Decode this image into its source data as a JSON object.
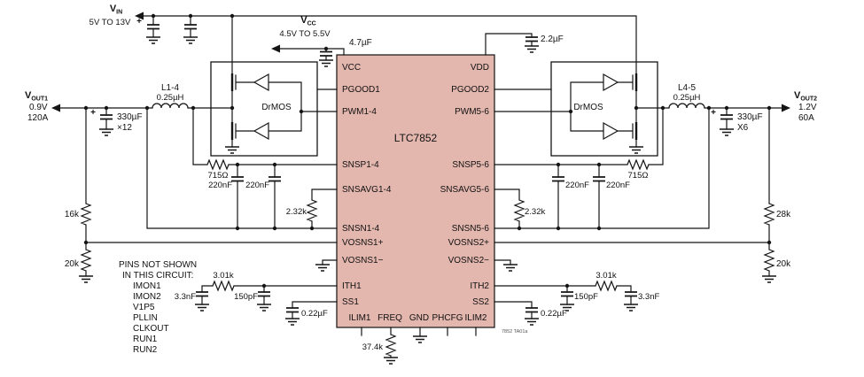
{
  "supplies": {
    "vin_v": "V",
    "vin_sub": "IN",
    "vin_range": "5V TO 13V",
    "vcc_v": "V",
    "vcc_sub": "CC",
    "vcc_range": "4.5V TO 5.5V",
    "vcc_cap": "4.7µF",
    "vdd_cap": "2.2µF"
  },
  "plus": "+",
  "ic": {
    "name": "LTC7852",
    "ta_note": "7852 TA01a",
    "left_pins": [
      "VCC",
      "PGOOD1",
      "PWM1-4",
      "SNSP1-4",
      "SNSAVG1-4",
      "SNSN1-4",
      "VOSNS1+",
      "VOSNS1−",
      "ITH1",
      "SS1"
    ],
    "right_pins": [
      "VDD",
      "PGOOD2",
      "PWM5-6",
      "SNSP5-6",
      "SNSAVG5-6",
      "SNSN5-6",
      "VOSNS2+",
      "VOSNS2−",
      "ITH2",
      "SS2"
    ],
    "bottom_pins": [
      "ILIM1",
      "FREQ",
      "GND",
      "PHCFG",
      "ILIM2"
    ]
  },
  "left": {
    "drmos": "DrMOS",
    "l_name": "L1-4",
    "l_val": "0.25µH",
    "vout_v": "V",
    "vout_sub": "OUT1",
    "vout_volts": "0.9V",
    "vout_amps": "120A",
    "cout": "330µF",
    "cout_qty": "×12",
    "r_sense": "715Ω",
    "c_sense1": "220nF",
    "c_sense2": "220nF",
    "r_avg": "2.32k",
    "r_fb_top": "16k",
    "r_fb_bot": "20k",
    "r_ith": "3.01k",
    "c_ith": "3.3nF",
    "c_ithp": "150pF",
    "c_ss": "0.22µF"
  },
  "right": {
    "drmos": "DrMOS",
    "l_name": "L4-5",
    "l_val": "0.25µH",
    "vout_v": "V",
    "vout_sub": "OUT2",
    "vout_volts": "1.2V",
    "vout_amps": "60A",
    "cout": "330µF",
    "cout_qty": "X6",
    "r_sense": "715Ω",
    "c_sense1": "220nF",
    "c_sense2": "220nF",
    "r_avg": "2.32k",
    "r_fb_top": "28k",
    "r_fb_bot": "20k",
    "r_ith": "3.01k",
    "c_ith": "3.3nF",
    "c_ithp": "150pF",
    "c_ss": "0.22µF"
  },
  "freq_r": "37.4k",
  "note": {
    "line1": "PINS NOT SHOWN",
    "line2": "IN THIS CIRCUIT:",
    "pins": [
      "IMON1",
      "IMON2",
      "V1P5",
      "PLLIN",
      "CLKOUT",
      "RUN1",
      "RUN2"
    ]
  },
  "colors": {
    "ic_fill": "#e3b6ae",
    "ic_stroke": "#222222"
  }
}
